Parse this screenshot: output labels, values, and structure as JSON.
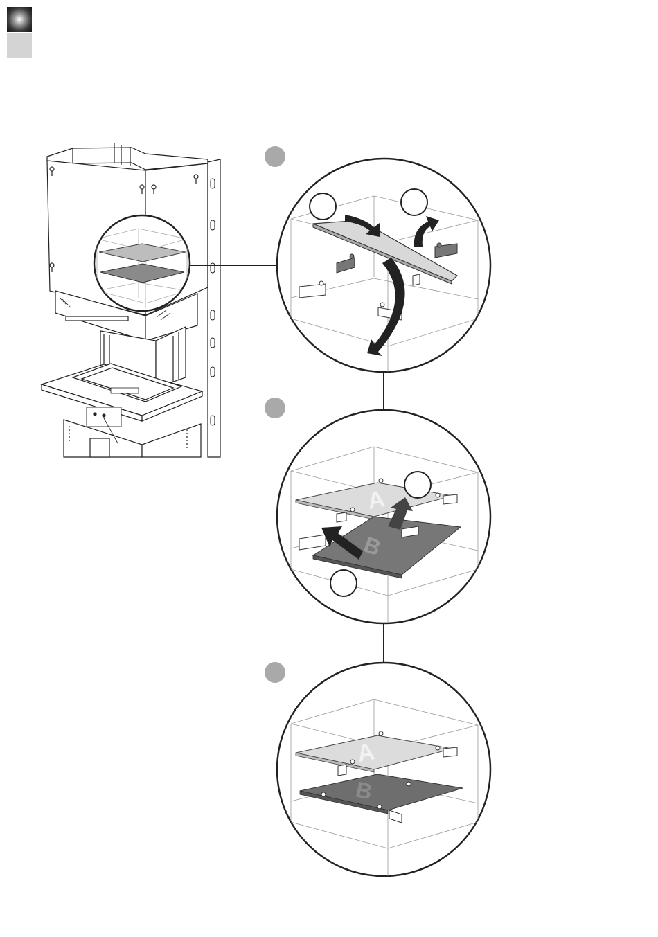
{
  "tabs": {
    "active": "",
    "inactive": ""
  },
  "panels": [
    {
      "step": "",
      "callouts": [],
      "shelf_letters": []
    },
    {
      "step": "",
      "callouts": [],
      "shelf_letters": [
        "A",
        "B"
      ]
    },
    {
      "step": "",
      "callouts": [],
      "shelf_letters": [
        "A",
        "B"
      ]
    }
  ]
}
